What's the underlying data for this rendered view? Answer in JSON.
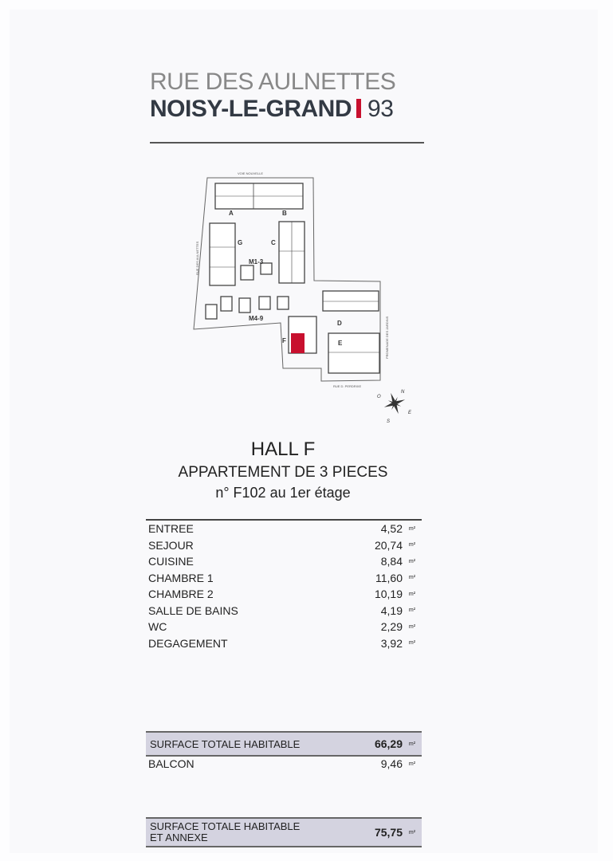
{
  "header": {
    "street": "RUE DES AULNETTES",
    "city": "NOISY-LE-GRAND",
    "department": "93",
    "accent_color": "#c8102e"
  },
  "map": {
    "streets": {
      "north": "VOIE NOUVELLE",
      "west": "RUE DES AULNETTES",
      "east": "PROMENADE DES JARDINS",
      "south": "RUE D. PERDRIXE"
    },
    "buildings": {
      "a": "A",
      "b": "B",
      "g": "G",
      "c": "C",
      "m13": "M1-3",
      "m49": "M4-9",
      "d": "D",
      "f": "F",
      "e": "E"
    },
    "compass": {
      "n": "N",
      "o": "O",
      "e": "E",
      "s": "S"
    },
    "highlight_color": "#c8102e"
  },
  "title": {
    "hall": "HALL F",
    "type": "APPARTEMENT DE 3 PIECES",
    "number": "n° F102 au 1er étage"
  },
  "unit": "m²",
  "rooms": [
    {
      "name": "ENTREE",
      "area": "4,52"
    },
    {
      "name": "SEJOUR",
      "area": "20,74"
    },
    {
      "name": "CUISINE",
      "area": "8,84"
    },
    {
      "name": "CHAMBRE 1",
      "area": "11,60"
    },
    {
      "name": "CHAMBRE 2",
      "area": "10,19"
    },
    {
      "name": "SALLE DE BAINS",
      "area": "4,19"
    },
    {
      "name": "WC",
      "area": "2,29"
    },
    {
      "name": "DEGAGEMENT",
      "area": "3,92"
    }
  ],
  "total_habitable": {
    "label": "SURFACE TOTALE HABITABLE",
    "area": "66,29"
  },
  "balcon": {
    "label": "BALCON",
    "area": "9,46"
  },
  "total_annexe": {
    "label1": "SURFACE TOTALE HABITABLE",
    "label2": "ET ANNEXE",
    "area": "75,75"
  }
}
